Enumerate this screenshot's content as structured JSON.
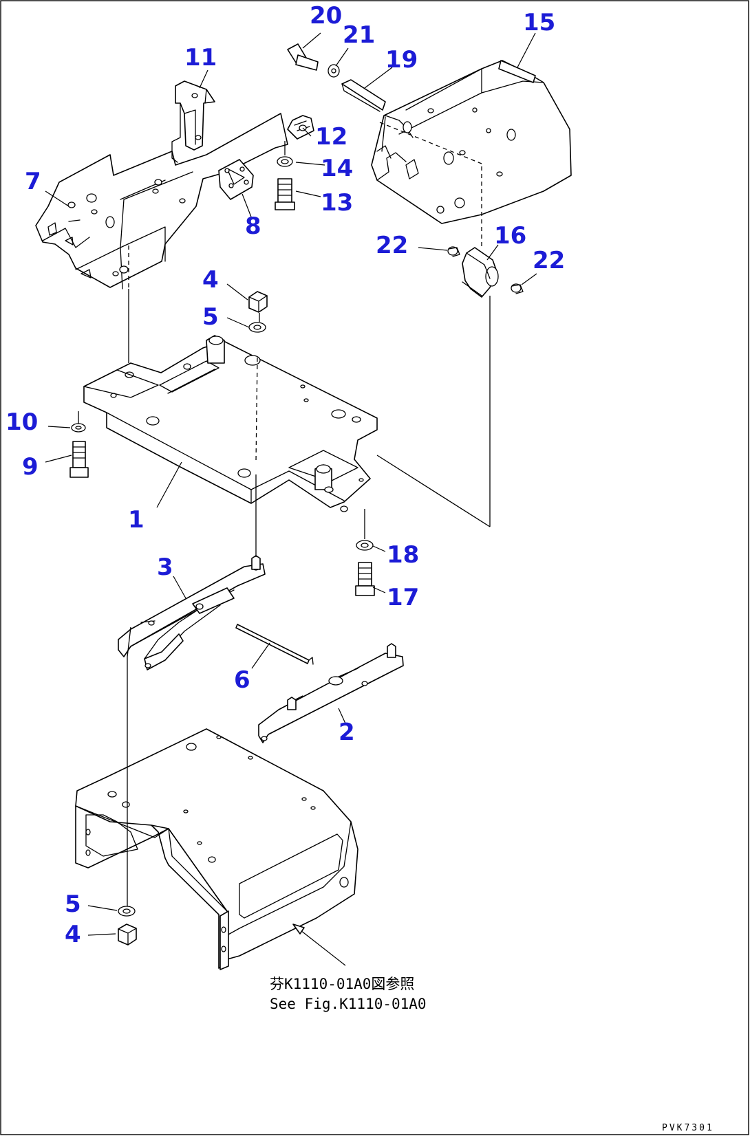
{
  "callouts": {
    "c1": "1",
    "c2": "2",
    "c3": "3",
    "c4a": "4",
    "c4b": "4",
    "c5a": "5",
    "c5b": "5",
    "c6": "6",
    "c7": "7",
    "c8": "8",
    "c9": "9",
    "c10": "10",
    "c11": "11",
    "c12": "12",
    "c13": "13",
    "c14": "14",
    "c15": "15",
    "c16": "16",
    "c17": "17",
    "c18": "18",
    "c19": "19",
    "c20": "20",
    "c21": "21",
    "c22a": "22",
    "c22b": "22"
  },
  "note": {
    "line_jp": "芬K1110-01A0図参照",
    "line_en": "See Fig.K1110-01A0"
  },
  "drawing_code": "PVK7301",
  "colors": {
    "callout": "#1c1cd6",
    "line": "#000000"
  }
}
